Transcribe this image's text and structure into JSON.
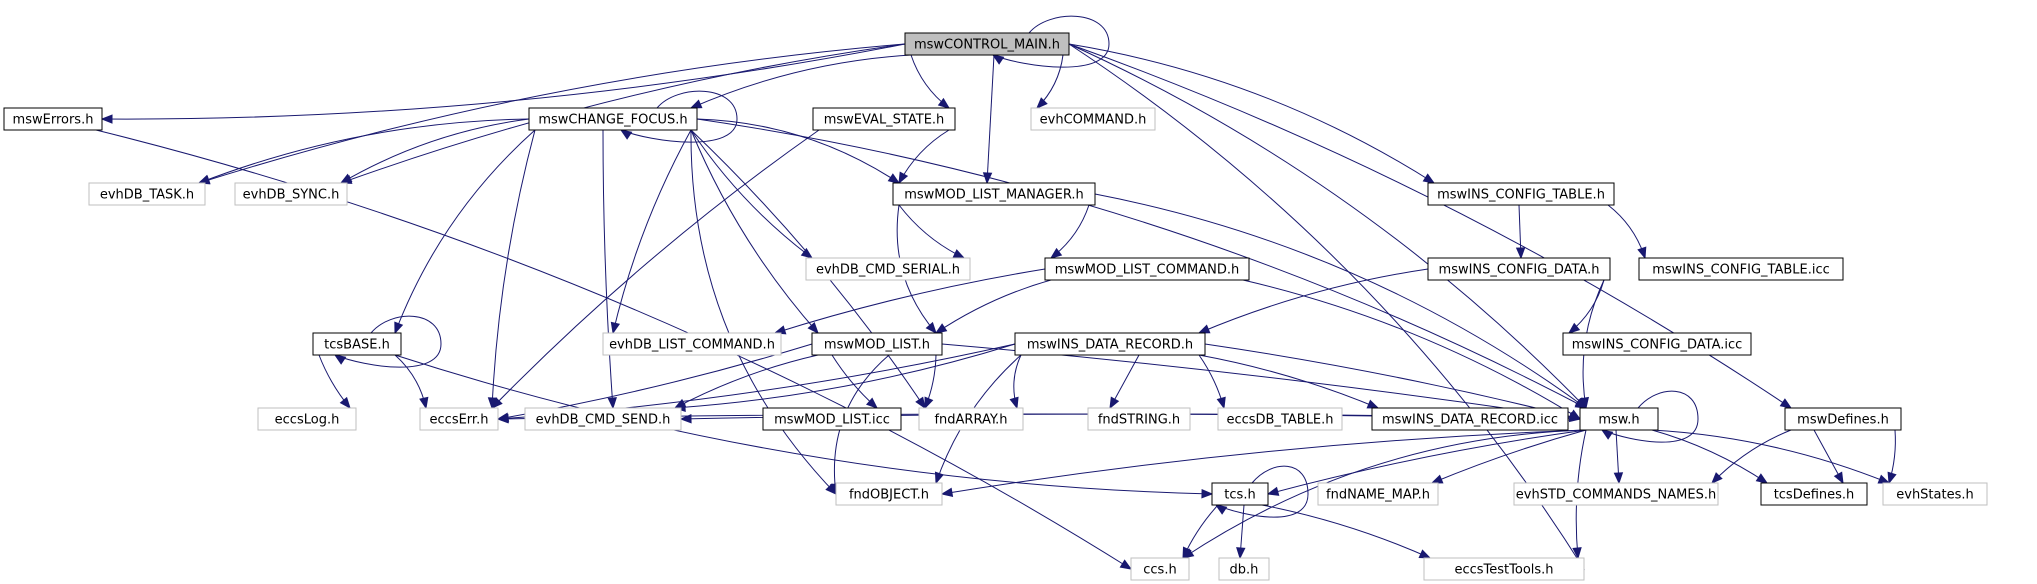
{
  "colors": {
    "edge": "#191970",
    "root_fill": "#bfbfbf",
    "grey_border": "#bfbfbf",
    "black_border": "#000000"
  },
  "nodes": {
    "n_ctrl": "mswCONTROL_MAIN.h",
    "n_err": "mswErrors.h",
    "n_chg": "mswCHANGE_FOCUS.h",
    "n_eval": "mswEVAL_STATE.h",
    "n_evhcmd": "evhCOMMAND.h",
    "n_task": "evhDB_TASK.h",
    "n_sync": "evhDB_SYNC.h",
    "n_mlm": "mswMOD_LIST_MANAGER.h",
    "n_insct": "mswINS_CONFIG_TABLE.h",
    "n_serial": "evhDB_CMD_SERIAL.h",
    "n_mlc": "mswMOD_LIST_COMMAND.h",
    "n_inscd": "mswINS_CONFIG_DATA.h",
    "n_insct_icc": "mswINS_CONFIG_TABLE.icc",
    "n_tcsbase": "tcsBASE.h",
    "n_evhlist": "evhDB_LIST_COMMAND.h",
    "n_ml": "mswMOD_LIST.h",
    "n_insdr": "mswINS_DATA_RECORD.h",
    "n_inscd_icc": "mswINS_CONFIG_DATA.icc",
    "n_eccslog": "eccsLog.h",
    "n_eccserr": "eccsErr.h",
    "n_cmdsend": "evhDB_CMD_SEND.h",
    "n_ml_icc": "mswMOD_LIST.icc",
    "n_fndarray": "fndARRAY.h",
    "n_fndstring": "fndSTRING.h",
    "n_eccsdb": "eccsDB_TABLE.h",
    "n_insdr_icc": "mswINS_DATA_RECORD.icc",
    "n_msw": "msw.h",
    "n_defs": "mswDefines.h",
    "n_fndobj": "fndOBJECT.h",
    "n_tcs": "tcs.h",
    "n_fndname": "fndNAME_MAP.h",
    "n_stdcmd": "evhSTD_COMMANDS_NAMES.h",
    "n_tcsdef": "tcsDefines.h",
    "n_states": "evhStates.h",
    "n_ccs": "ccs.h",
    "n_db": "db.h",
    "n_testtools": "eccsTestTools.h"
  }
}
